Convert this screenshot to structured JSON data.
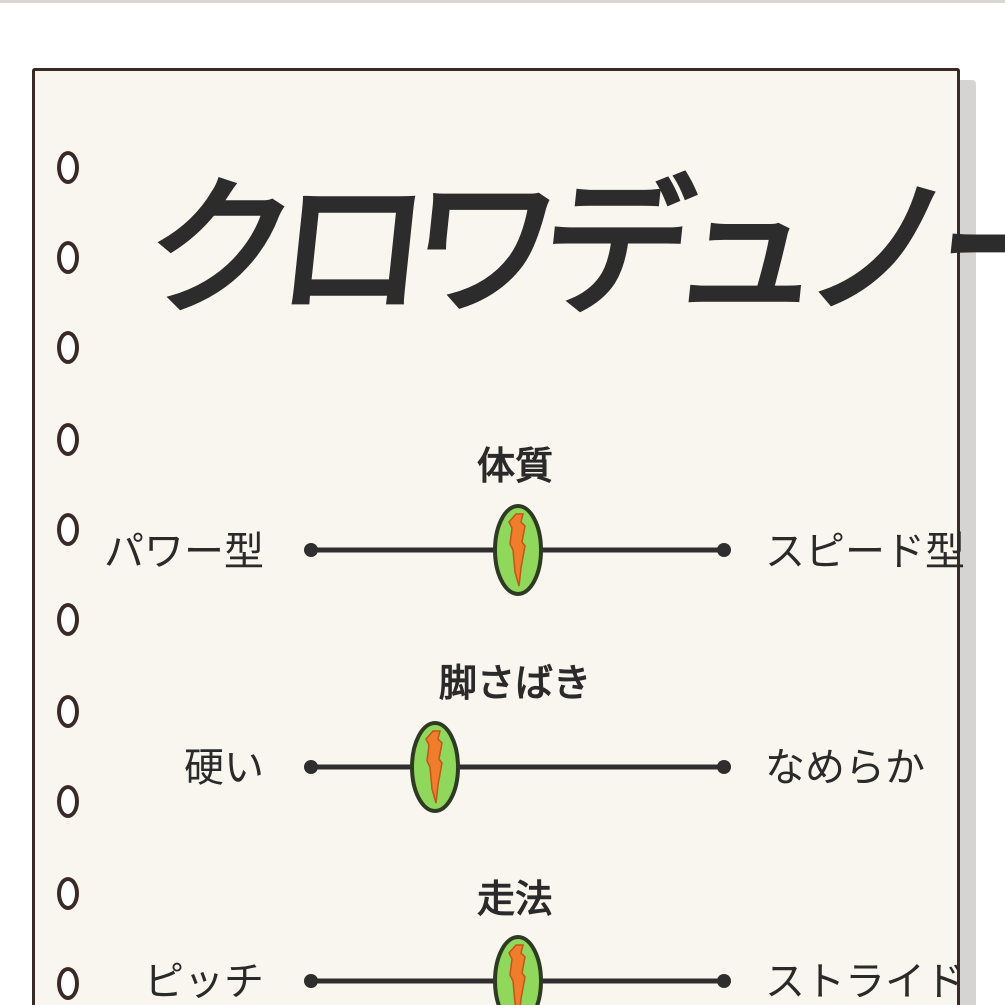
{
  "title": "クロワデュノール",
  "colors": {
    "paper": "#f8f6ee",
    "ink": "#2c2c2c",
    "border": "#3a2a26",
    "marker_fill": "#8fd85c",
    "marker_stroke": "#2f3a22",
    "carrot": "#ef7d2b"
  },
  "icons": {
    "marker": "carrot-icon",
    "hole": "binder-hole-icon"
  },
  "sliders": [
    {
      "heading": "体質",
      "left_label": "パワー型",
      "right_label": "スピード型",
      "value": 0.5
    },
    {
      "heading": "脚さばき",
      "left_label": "硬い",
      "right_label": "なめらか",
      "value": 0.3
    },
    {
      "heading": "走法",
      "left_label": "ピッチ",
      "right_label": "ストライド",
      "value": 0.5
    }
  ]
}
